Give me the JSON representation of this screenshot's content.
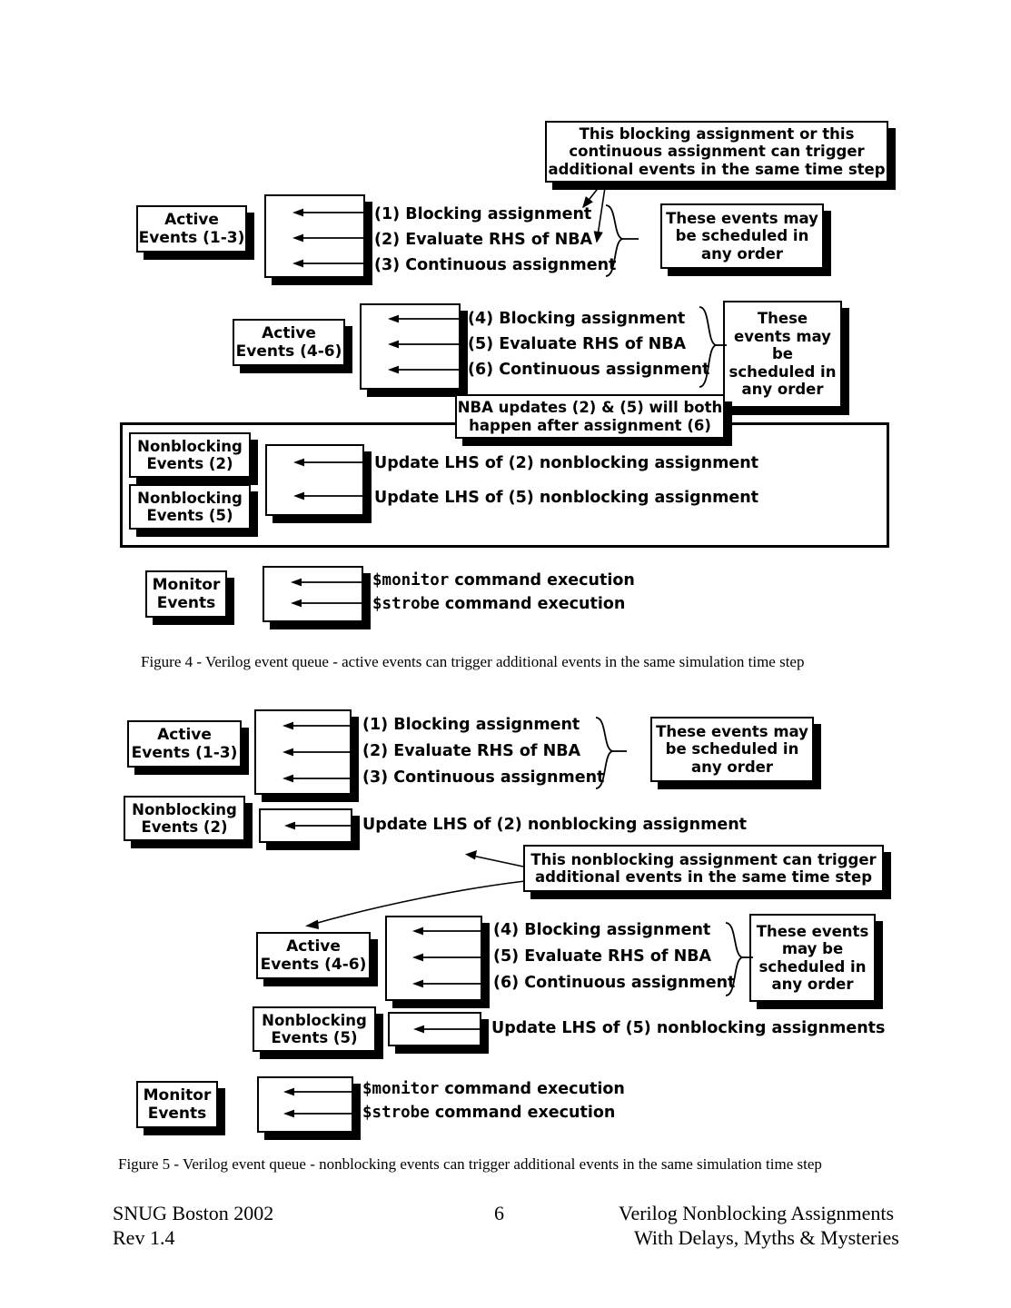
{
  "document": {
    "page_number": "6",
    "footer": {
      "left_line1": "SNUG Boston 2002",
      "left_line2": "Rev 1.4",
      "right_line1": "Verilog Nonblocking Assignments",
      "right_line2": "With Delays, Myths & Mysteries"
    }
  },
  "figure4": {
    "caption": "Figure 4 - Verilog event queue - active events can trigger additional events in the same simulation time step",
    "callout_top": {
      "line1": "This blocking assignment or this",
      "line2": "continuous assignment can trigger",
      "line3": "additional events in the same time step"
    },
    "callout_order_1": {
      "line1": "These events may",
      "line2": "be scheduled in",
      "line3": "any order"
    },
    "callout_order_2": {
      "line1": "These",
      "line2": "events may",
      "line3": "be",
      "line4": "scheduled in",
      "line5": "any order"
    },
    "callout_nba": {
      "line1": "NBA updates (2) & (5) will both",
      "line2": "happen after assignment (6)"
    },
    "queue_active_1": {
      "label_line1": "Active",
      "label_line2": "Events (1-3)",
      "items": [
        "(1) Blocking assignment",
        "(2) Evaluate RHS of NBA",
        "(3) Continuous assignment"
      ]
    },
    "queue_active_2": {
      "label_line1": "Active",
      "label_line2": "Events (4-6)",
      "items": [
        "(4) Blocking assignment",
        "(5) Evaluate RHS of NBA",
        "(6) Continuous assignment"
      ]
    },
    "queue_nonblocking": {
      "label_a_line1": "Nonblocking",
      "label_a_line2": "Events (2)",
      "label_b_line1": "Nonblocking",
      "label_b_line2": "Events (5)",
      "items": [
        "Update LHS of (2) nonblocking assignment",
        "Update LHS of (5) nonblocking assignment"
      ]
    },
    "queue_monitor": {
      "label_line1": "Monitor",
      "label_line2": "Events",
      "items": [
        {
          "cmd": "$monitor",
          "rest": " command execution"
        },
        {
          "cmd": "$strobe",
          "rest": " command execution"
        }
      ]
    }
  },
  "figure5": {
    "caption": "Figure 5 - Verilog event queue - nonblocking events can trigger additional events in the same simulation time step",
    "callout_order_1": {
      "line1": "These events may",
      "line2": "be scheduled in",
      "line3": "any order"
    },
    "callout_order_2": {
      "line1": "These events",
      "line2": "may be",
      "line3": "scheduled in",
      "line4": "any order"
    },
    "callout_nonblocking": {
      "line1": "This nonblocking assignment can trigger",
      "line2": "additional events in the same time step"
    },
    "queue_active_1": {
      "label_line1": "Active",
      "label_line2": "Events (1-3)",
      "items": [
        "(1) Blocking assignment",
        "(2) Evaluate RHS of NBA",
        "(3) Continuous assignment"
      ]
    },
    "queue_nonblocking_1": {
      "label_line1": "Nonblocking",
      "label_line2": "Events (2)",
      "items": [
        "Update LHS of (2) nonblocking assignment"
      ]
    },
    "queue_active_2": {
      "label_line1": "Active",
      "label_line2": "Events (4-6)",
      "items": [
        "(4) Blocking assignment",
        "(5) Evaluate RHS of NBA",
        "(6) Continuous assignment"
      ]
    },
    "queue_nonblocking_2": {
      "label_line1": "Nonblocking",
      "label_line2": "Events (5)",
      "items": [
        "Update LHS of (5) nonblocking assignments"
      ]
    },
    "queue_monitor": {
      "label_line1": "Monitor",
      "label_line2": "Events",
      "items": [
        {
          "cmd": "$monitor",
          "rest": " command execution"
        },
        {
          "cmd": "$strobe",
          "rest": " command execution"
        }
      ]
    }
  }
}
